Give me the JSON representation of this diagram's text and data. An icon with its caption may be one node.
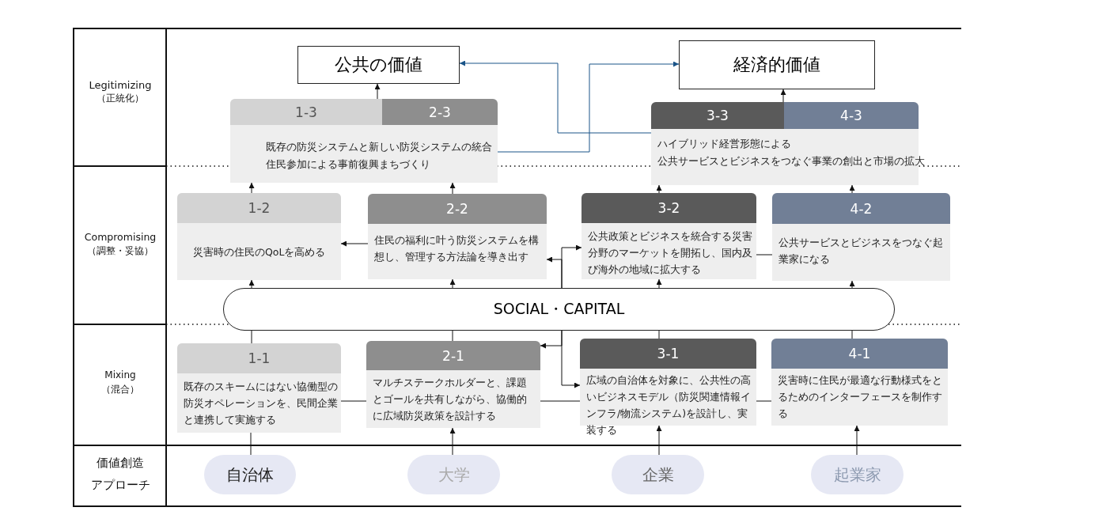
{
  "diagram": {
    "nodes": [
      {
        "text": [
          "公共の価値"
        ]
      },
      {
        "text": [
          "経済的価値"
        ]
      },
      {
        "text": [
          "1-3",
          "2-3",
          "既存の防災システムと新しい防災システムの統合",
          "住民参加による事前復興まちづくり"
        ]
      },
      {
        "text": [
          "3-3",
          "4-3",
          "ハイブリッド経営形態による",
          "公共サービスとビジネスをつなぐ事業の創出と市場の拡大"
        ]
      },
      {
        "text": [
          "1-2",
          "災害時の住民のQoLを高める"
        ]
      },
      {
        "text": [
          "2-2",
          "住民の福利に叶う防災システムを構想し、管理する方法論を導き出す"
        ]
      },
      {
        "text": [
          "3-2",
          "公共政策とビジネスを統合する災害分野のマーケットを開拓し、国内及び海外の地域に拡大する"
        ]
      },
      {
        "text": [
          "4-2",
          "公共サービスとビジネスをつなぐ起業家になる"
        ]
      },
      {
        "text": [
          "SOCIAL・CAPITAL"
        ]
      },
      {
        "text": [
          "1-1",
          "既存のスキームにはない協働型の防災オペレーションを、民間企業と連携して実施する"
        ]
      },
      {
        "text": [
          "2-1",
          "マルチステークホルダーと、課題とゴールを共有しながら、協働的に広域防災政策を設計する"
        ]
      },
      {
        "text": [
          "3-1",
          "広域の自治体を対象に、公共性の高いビジネスモデル（防災関連情報インフラ/物流システム)を設計し、実装する"
        ]
      },
      {
        "text": [
          "4-1",
          "災害時に住民が最適な行動様式をとるためのインターフェースを制作する"
        ]
      },
      {
        "text": [
          "自治体"
        ]
      },
      {
        "text": [
          "大学"
        ]
      },
      {
        "text": [
          "企業"
        ]
      },
      {
        "text": [
          "起業家"
        ]
      }
    ],
    "edges": [
      {
        "from": 2,
        "to": 0,
        "arrow": "to"
      },
      {
        "from": 3,
        "to": 1,
        "arrow": "to"
      },
      {
        "from": 2,
        "to": 1,
        "arrow": "to",
        "color": "#1a5488"
      },
      {
        "from": 3,
        "to": 0,
        "arrow": "to",
        "color": "#1a5488"
      },
      {
        "from": 4,
        "to": 2,
        "arrow": "to"
      },
      {
        "from": 5,
        "to": 2,
        "arrow": "to"
      },
      {
        "from": 6,
        "to": 3,
        "arrow": "to"
      },
      {
        "from": 7,
        "to": 3,
        "arrow": "to"
      },
      {
        "from": 8,
        "to": 4,
        "arrow": "to"
      },
      {
        "from": 8,
        "to": 5,
        "arrow": "to"
      },
      {
        "from": 8,
        "to": 6,
        "arrow": "to"
      },
      {
        "from": 8,
        "to": 7,
        "arrow": "to"
      },
      {
        "from": 9,
        "to": 8,
        "arrow": "none"
      },
      {
        "from": 10,
        "to": 8,
        "arrow": "none"
      },
      {
        "from": 11,
        "to": 8,
        "arrow": "none"
      },
      {
        "from": 12,
        "to": 8,
        "arrow": "none"
      },
      {
        "from": 13,
        "to": 9,
        "arrow": "none"
      },
      {
        "from": 14,
        "to": 10,
        "arrow": "to"
      },
      {
        "from": 15,
        "to": 11,
        "arrow": "to"
      },
      {
        "from": 16,
        "to": 12,
        "arrow": "to"
      },
      {
        "from": 5,
        "to": 4,
        "arrow": "to"
      },
      {
        "from": 8,
        "to": 5,
        "arrow": "to"
      },
      {
        "from": 8,
        "to": 6,
        "arrow": "to"
      },
      {
        "from": 8,
        "to": 10,
        "arrow": "to"
      },
      {
        "from": 8,
        "to": 11,
        "arrow": "to"
      },
      {
        "from": 6,
        "to": 7,
        "arrow": "none"
      },
      {
        "from": 9,
        "to": 10,
        "arrow": "none"
      },
      {
        "from": 10,
        "to": 11,
        "arrow": "none"
      },
      {
        "from": 11,
        "to": 12,
        "arrow": "none"
      }
    ],
    "labels": [
      "Legitimizing",
      "（正統化）",
      "Compromising",
      "（調整・妥協）",
      "Mixing",
      "（混合）",
      "価値創造",
      "アプローチ"
    ]
  }
}
